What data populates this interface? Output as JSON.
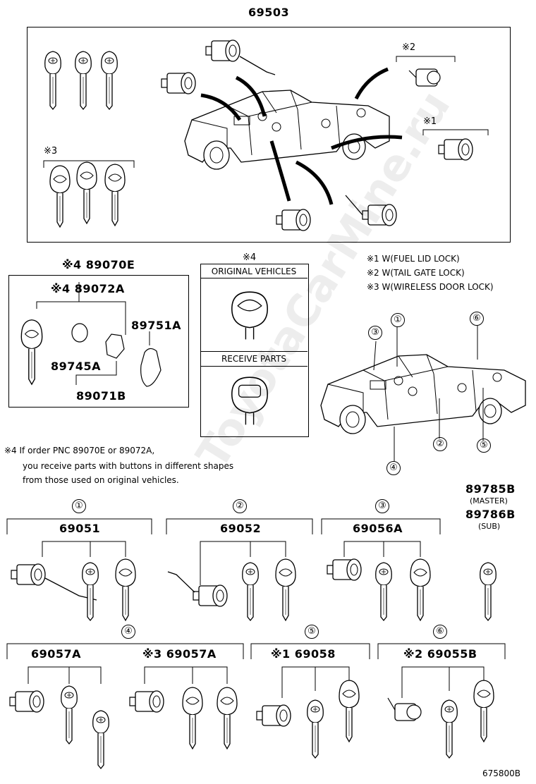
{
  "diagram": {
    "main_part": "69503",
    "marks": {
      "m1": "※1",
      "m2": "※2",
      "m3": "※3",
      "m4": "※4"
    },
    "notes_right": [
      "※1 W(FUEL LID LOCK)",
      "※2 W(TAIL GATE LOCK)",
      "※3 W(WIRELESS DOOR LOCK)"
    ],
    "left_box": {
      "title": "※4 89070E",
      "sub_title": "※4 89072A",
      "part_89751a": "89751A",
      "part_89745a": "89745A",
      "part_89071b": "89071B"
    },
    "compare_box": {
      "mark": "※4",
      "original": "ORIGINAL VEHICLES",
      "receive": "RECEIVE PARTS"
    },
    "footnote": [
      "※4 If order PNC 89070E or 89072A,",
      "you receive parts with buttons in different shapes",
      "from those used on original vehicles."
    ],
    "truck_callouts": [
      "①",
      "②",
      "③",
      "④",
      "⑤",
      "⑥"
    ],
    "master": {
      "part": "89785B",
      "label": "(MASTER)"
    },
    "sub": {
      "part": "89786B",
      "label": "(SUB)"
    },
    "groups_row1": [
      {
        "circle": "①",
        "part": "69051"
      },
      {
        "circle": "②",
        "part": "69052"
      },
      {
        "circle": "③",
        "part": "69056A"
      }
    ],
    "groups_row2": [
      {
        "circle": "④",
        "part": "69057A"
      },
      {
        "circle": "",
        "part": "※3 69057A"
      },
      {
        "circle": "⑤",
        "part": "※1 69058"
      },
      {
        "circle": "⑥",
        "part": "※2 69055B"
      }
    ],
    "watermark": "ToyotaCarMine.ru",
    "figure_code": "675800B"
  }
}
